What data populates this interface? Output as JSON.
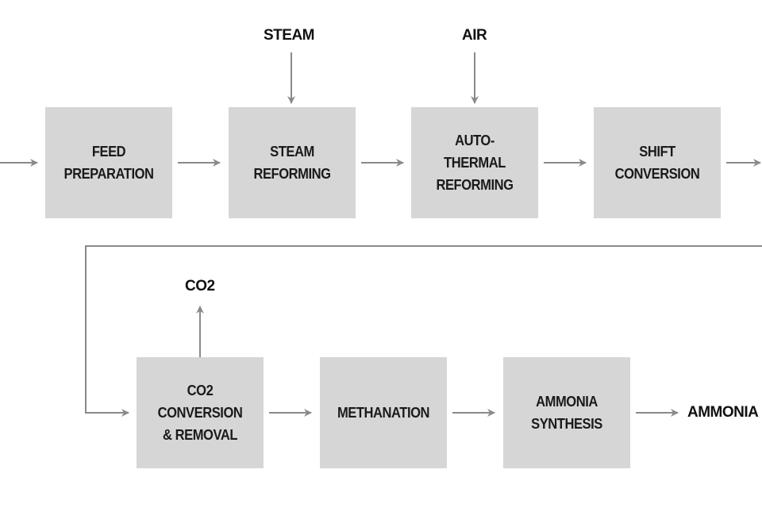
{
  "nodes": {
    "feed_preparation": "FEED\nPREPARATION",
    "steam_reforming": "STEAM\nREFORMING",
    "autothermal_reforming": "AUTO-\nTHERMAL\nREFORMING",
    "shift_conversion": "SHIFT\nCONVERSION",
    "co2_conversion_removal": "CO2\nCONVERSION\n& REMOVAL",
    "methanation": "METHANATION",
    "ammonia_synthesis": "AMMONIA\nSYNTHESIS"
  },
  "streams": {
    "steam_input": "STEAM",
    "air_input": "AIR",
    "co2_output": "CO2",
    "ammonia_output": "AMMONIA"
  },
  "colors": {
    "box_fill": "#d6d6d6",
    "arrow": "#8a8a8a",
    "text": "#1a1a1a"
  }
}
